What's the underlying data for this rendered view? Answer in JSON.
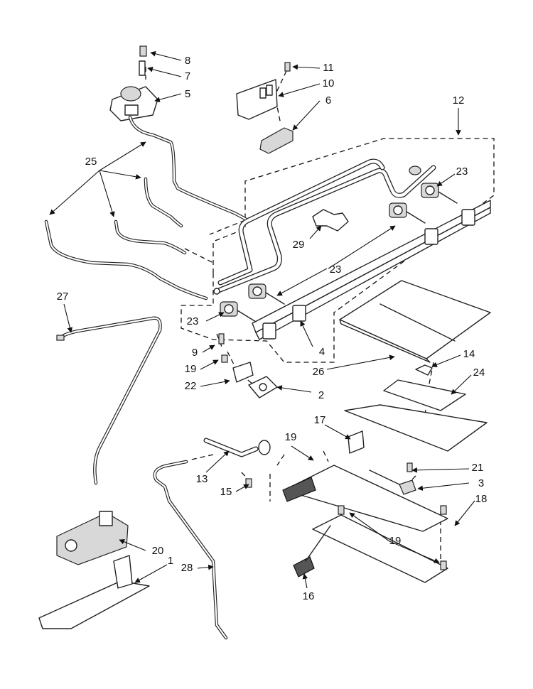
{
  "diagram": {
    "type": "exploded-parts-diagram",
    "callouts": [
      {
        "id": "c1",
        "text": "1"
      },
      {
        "id": "c2",
        "text": "2"
      },
      {
        "id": "c3",
        "text": "3"
      },
      {
        "id": "c4",
        "text": "4"
      },
      {
        "id": "c5",
        "text": "5"
      },
      {
        "id": "c6",
        "text": "6"
      },
      {
        "id": "c7",
        "text": "7"
      },
      {
        "id": "c8",
        "text": "8"
      },
      {
        "id": "c9",
        "text": "9"
      },
      {
        "id": "c10",
        "text": "10"
      },
      {
        "id": "c11",
        "text": "11"
      },
      {
        "id": "c12",
        "text": "12"
      },
      {
        "id": "c13",
        "text": "13"
      },
      {
        "id": "c14",
        "text": "14"
      },
      {
        "id": "c15",
        "text": "15"
      },
      {
        "id": "c16",
        "text": "16"
      },
      {
        "id": "c17",
        "text": "17"
      },
      {
        "id": "c18",
        "text": "18"
      },
      {
        "id": "c19a",
        "text": "19"
      },
      {
        "id": "c19b",
        "text": "19"
      },
      {
        "id": "c19c",
        "text": "19"
      },
      {
        "id": "c20",
        "text": "20"
      },
      {
        "id": "c21",
        "text": "21"
      },
      {
        "id": "c22",
        "text": "22"
      },
      {
        "id": "c23a",
        "text": "23"
      },
      {
        "id": "c23b",
        "text": "23"
      },
      {
        "id": "c23c",
        "text": "23"
      },
      {
        "id": "c24",
        "text": "24"
      },
      {
        "id": "c25",
        "text": "25"
      },
      {
        "id": "c26",
        "text": "26"
      },
      {
        "id": "c27",
        "text": "27"
      },
      {
        "id": "c28",
        "text": "28"
      },
      {
        "id": "c29",
        "text": "29"
      }
    ]
  }
}
